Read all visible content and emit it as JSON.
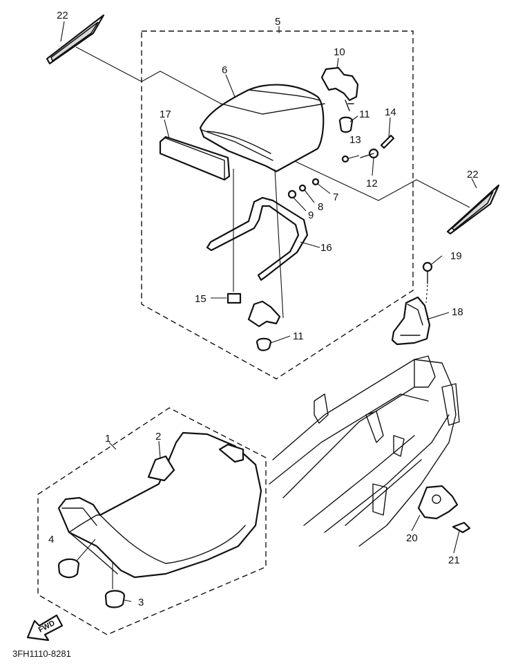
{
  "diagram_code": "3FH1110-8281",
  "fwd_label": "FWD",
  "callouts": {
    "c1": "1",
    "c2": "2",
    "c3": "3",
    "c4": "4",
    "c5": "5",
    "c6": "6",
    "c7": "7",
    "c8": "8",
    "c9": "9",
    "c10": "10",
    "c11a": "11",
    "c11b": "11",
    "c12": "12",
    "c13": "13",
    "c14": "14",
    "c15": "15",
    "c16": "16",
    "c17": "17",
    "c18": "18",
    "c19": "19",
    "c20": "20",
    "c21": "21",
    "c22a": "22",
    "c22b": "22"
  }
}
